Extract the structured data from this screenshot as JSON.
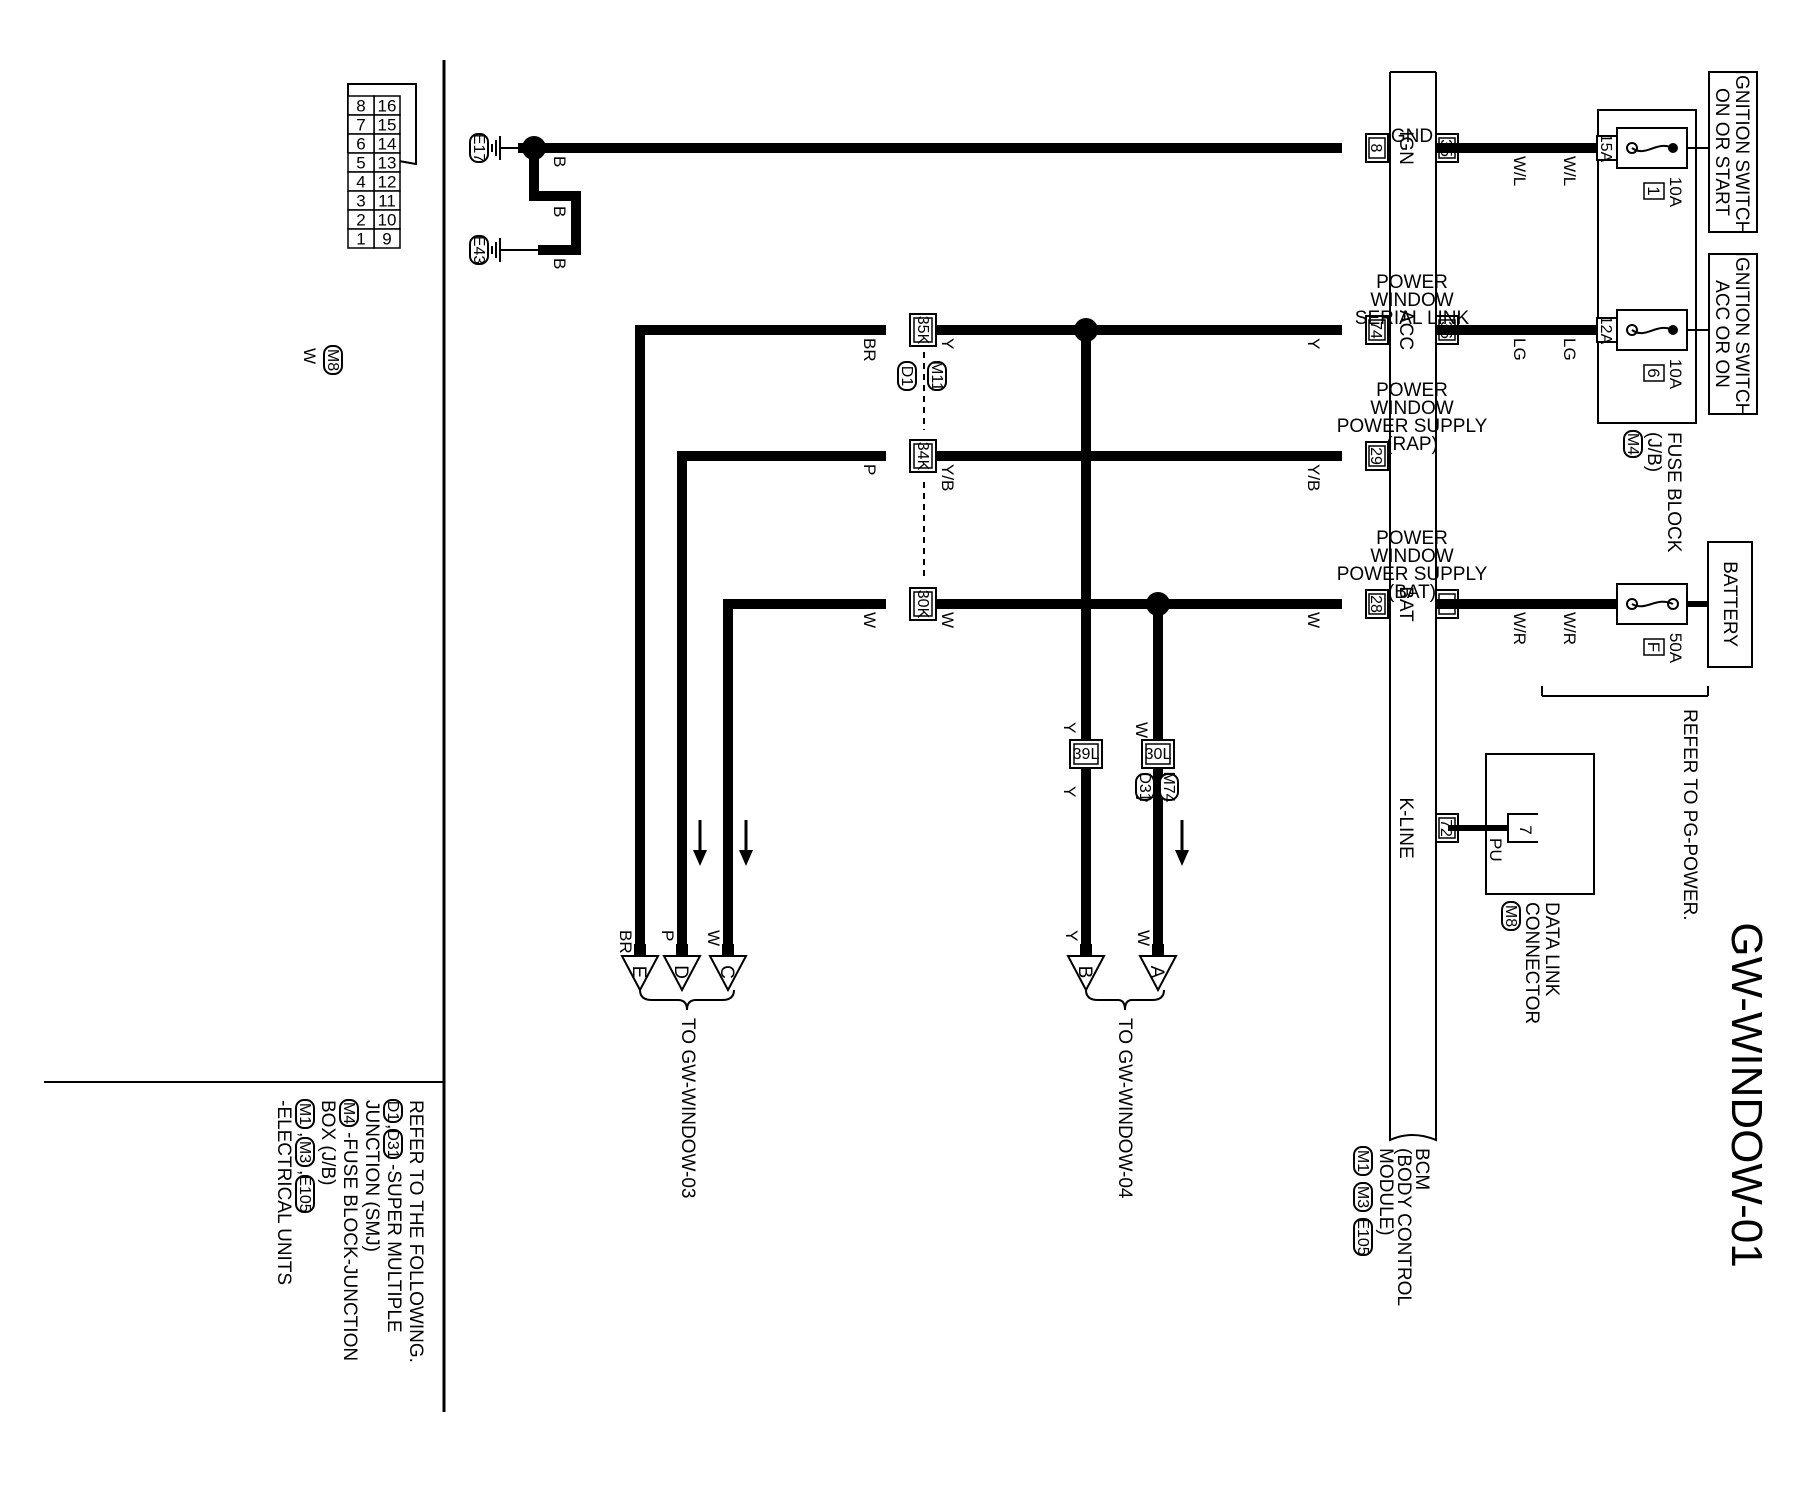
{
  "title": "GW-WINDOW-01",
  "ignition_on_start": [
    "IGNITION SWITCH",
    "ON OR START"
  ],
  "ignition_acc_on": [
    "IGNITION SWITCH",
    "ACC OR ON"
  ],
  "battery": "BATTERY",
  "fuse_ign": {
    "amps": "10A",
    "num": "1",
    "term": "15A",
    "wire": "W/L"
  },
  "fuse_acc": {
    "amps": "10A",
    "num": "6",
    "term": "12A",
    "wire": "LG"
  },
  "fuse_bat": {
    "amps": "50A",
    "num": "F",
    "wire": "W/R"
  },
  "fuse_block": {
    "lines": [
      "FUSE BLOCK",
      "(J/B)"
    ],
    "code": "M4"
  },
  "refer_pg": "REFER TO PG-POWER.",
  "dlc": {
    "pin": "7",
    "wire": "PU",
    "lines": [
      "DATA LINK",
      "CONNECTOR"
    ],
    "code": "M8"
  },
  "bcm": {
    "lines": [
      "BCM",
      "(BODY CONTROL",
      "MODULE)"
    ],
    "codes": [
      "M1",
      "M3",
      "E105"
    ],
    "pins": [
      {
        "num": "35",
        "label": [
          "IGN"
        ],
        "wire": "W/L"
      },
      {
        "num": "36",
        "label": [
          "ACC"
        ],
        "wire": "LG"
      },
      {
        "num": "7",
        "label": [
          "BAT"
        ],
        "wire": "W/R"
      },
      {
        "num": "72",
        "label": [
          "K-LINE"
        ],
        "wire": "PU"
      },
      {
        "num": "8",
        "label": [
          "GND"
        ],
        "wire": "B"
      },
      {
        "num": "74",
        "label": [
          "POWER",
          "WINDOW",
          "SERIAL LINK"
        ],
        "wire": "Y"
      },
      {
        "num": "29",
        "label": [
          "POWER",
          "WINDOW",
          "POWER SUPPLY",
          "(RAP)"
        ],
        "wire": "Y/B"
      },
      {
        "num": "28",
        "label": [
          "POWER",
          "WINDOW",
          "POWER SUPPLY",
          "(BAT)"
        ],
        "wire": "W"
      }
    ]
  },
  "ground": {
    "wire": "B",
    "points": [
      "E17",
      "E43"
    ]
  },
  "jc": {
    "codes": [
      "M11",
      "D1"
    ],
    "pins": [
      {
        "num": "35K",
        "in_wire": "Y",
        "out_wire": "BR"
      },
      {
        "num": "34K",
        "in_wire": "Y/B",
        "out_wire": "P"
      },
      {
        "num": "30K",
        "in_wire": "W",
        "out_wire": "W"
      }
    ]
  },
  "jl": {
    "codes": [
      "M74",
      "D31"
    ],
    "pins": [
      {
        "num": "30L",
        "wire": "W"
      },
      {
        "num": "39L",
        "wire": "Y"
      }
    ]
  },
  "outputs_04": {
    "label": "TO GW-WINDOW-04",
    "items": [
      {
        "id": "A",
        "wire": "W"
      },
      {
        "id": "B",
        "wire": "Y"
      }
    ]
  },
  "outputs_03": {
    "label": "TO GW-WINDOW-03",
    "items": [
      {
        "id": "C",
        "wire": "W"
      },
      {
        "id": "D",
        "wire": "P"
      },
      {
        "id": "E",
        "wire": "BR"
      }
    ]
  },
  "dlc_pinout": {
    "top": [
      "16",
      "15",
      "14",
      "13",
      "12",
      "11",
      "10",
      "9"
    ],
    "bottom": [
      "8",
      "7",
      "6",
      "5",
      "4",
      "3",
      "2",
      "1"
    ],
    "code": "M8",
    "color": "W"
  },
  "notes": {
    "lines": [
      "REFER TO THE FOLLOWING.",
      "-SUPER MULTIPLE",
      "JUNCTION (SMJ)",
      "-FUSE BLOCK-JUNCTION",
      "BOX (J/B)",
      "-ELECTRICAL UNITS"
    ],
    "codes_smj": [
      "D1",
      "D31"
    ],
    "codes_jb": [
      "M4"
    ],
    "codes_eu": [
      "M1",
      "M3",
      "E105"
    ]
  }
}
